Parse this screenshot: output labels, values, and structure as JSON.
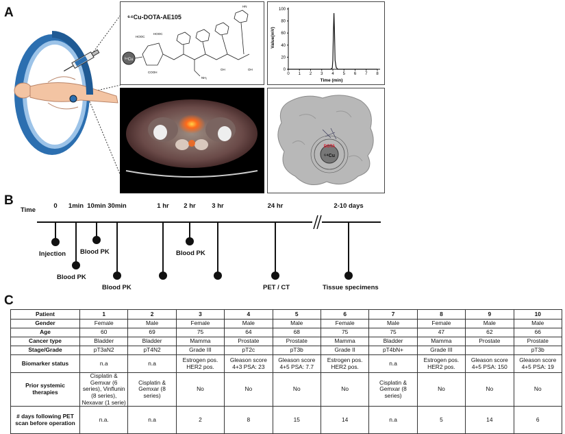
{
  "panels": {
    "a": "A",
    "b": "B",
    "c": "C"
  },
  "molecule": {
    "name": "⁶⁴Cu-DOTA-AE105",
    "cu_label": "⁶⁴Cu",
    "groups": [
      "HOOC",
      "HOOC",
      "COOH",
      "NH₂",
      "HN",
      "OH",
      "OH"
    ]
  },
  "chromatogram": {
    "xlabel": "Time (min)",
    "ylabel": "Value(mV)",
    "xticks": [
      "0",
      "1",
      "2",
      "3",
      "4",
      "5",
      "6",
      "7",
      "8"
    ],
    "yticks": [
      "0",
      "20",
      "40",
      "60",
      "80",
      "100"
    ]
  },
  "chart_data": {
    "type": "line",
    "xlabel": "Time (min)",
    "ylabel": "Value(mV)",
    "xlim": [
      0,
      8
    ],
    "ylim": [
      0,
      100
    ],
    "series": [
      {
        "x": [
          0,
          3.8,
          3.95,
          4.0,
          4.05,
          4.1,
          4.15,
          4.2,
          4.3,
          4.45,
          8
        ],
        "y": [
          0,
          0,
          2,
          15,
          60,
          93,
          60,
          15,
          3,
          0,
          0
        ]
      }
    ]
  },
  "docking": {
    "dota": "DOTA",
    "cu": "⁶⁴Cu"
  },
  "timeline": {
    "time_label": "Time",
    "ticks": [
      {
        "label": "0",
        "x": 0
      },
      {
        "label": "1min",
        "x": 1
      },
      {
        "label": "10min",
        "x": 2
      },
      {
        "label": "30min",
        "x": 3
      },
      {
        "label": "1 hr",
        "x": 4
      },
      {
        "label": "2 hr",
        "x": 5
      },
      {
        "label": "3 hr",
        "x": 6
      },
      {
        "label": "24 hr",
        "x": 7
      },
      {
        "label": "2-10 days",
        "x": 8
      }
    ],
    "events": [
      {
        "label": "Injection"
      },
      {
        "label": "Blood PK"
      },
      {
        "label": "Blood PK"
      },
      {
        "label": "Blood PK"
      },
      {
        "label": ""
      },
      {
        "label": "Blood PK"
      },
      {
        "label": ""
      },
      {
        "label": "PET / CT"
      },
      {
        "label": "Tissue specimens"
      }
    ]
  },
  "table": {
    "rows": [
      {
        "header": "Patient",
        "bold": true,
        "cells": [
          "1",
          "2",
          "3",
          "4",
          "5",
          "6",
          "7",
          "8",
          "9",
          "10"
        ]
      },
      {
        "header": "Gender",
        "cells": [
          "Female",
          "Male",
          "Female",
          "Male",
          "Male",
          "Female",
          "Male",
          "Female",
          "Male",
          "Male"
        ]
      },
      {
        "header": "Age",
        "cells": [
          "60",
          "69",
          "75",
          "64",
          "68",
          "75",
          "75",
          "47",
          "62",
          "66"
        ]
      },
      {
        "header": "Cancer type",
        "cells": [
          "Bladder",
          "Bladder",
          "Mamma",
          "Prostate",
          "Prostate",
          "Mamma",
          "Bladder",
          "Mamma",
          "Prostate",
          "Prostate"
        ]
      },
      {
        "header": "Stage/Grade",
        "cells": [
          "pT3aN2",
          "pT4N2",
          "Grade III",
          "pT2c",
          "pT3b",
          "Grade II",
          "pT4bN+",
          "Grade III",
          "",
          "pT3b"
        ]
      },
      {
        "header": "Biomarker status",
        "cells": [
          "n.a",
          "n.a",
          "Estrogen pos. HER2 pos.",
          "Gleason score 4+3 PSA: 23",
          "Gleason score 4+5 PSA: 7.7",
          "Estrogen pos. HER2 pos.",
          "n.a",
          "Estrogen pos. HER2 pos.",
          "Gleason score 4+5 PSA: 150",
          "Gleason score 4+5 PSA: 19"
        ]
      },
      {
        "header": "Prior systemic therapies",
        "cells": [
          "Cisplatin & Gemxar (6 series), Vinflunin (8 series), Nexavar (1 serie)",
          "Cisplatin & Gemxar (8 series)",
          "No",
          "No",
          "No",
          "No",
          "Cisplatin & Gemxar (8 series)",
          "No",
          "No",
          "No"
        ]
      },
      {
        "header": "# days following PET scan before operation",
        "cells": [
          "n.a.",
          "n.a",
          "2",
          "8",
          "15",
          "14",
          "n.a",
          "5",
          "14",
          "6"
        ]
      }
    ]
  }
}
